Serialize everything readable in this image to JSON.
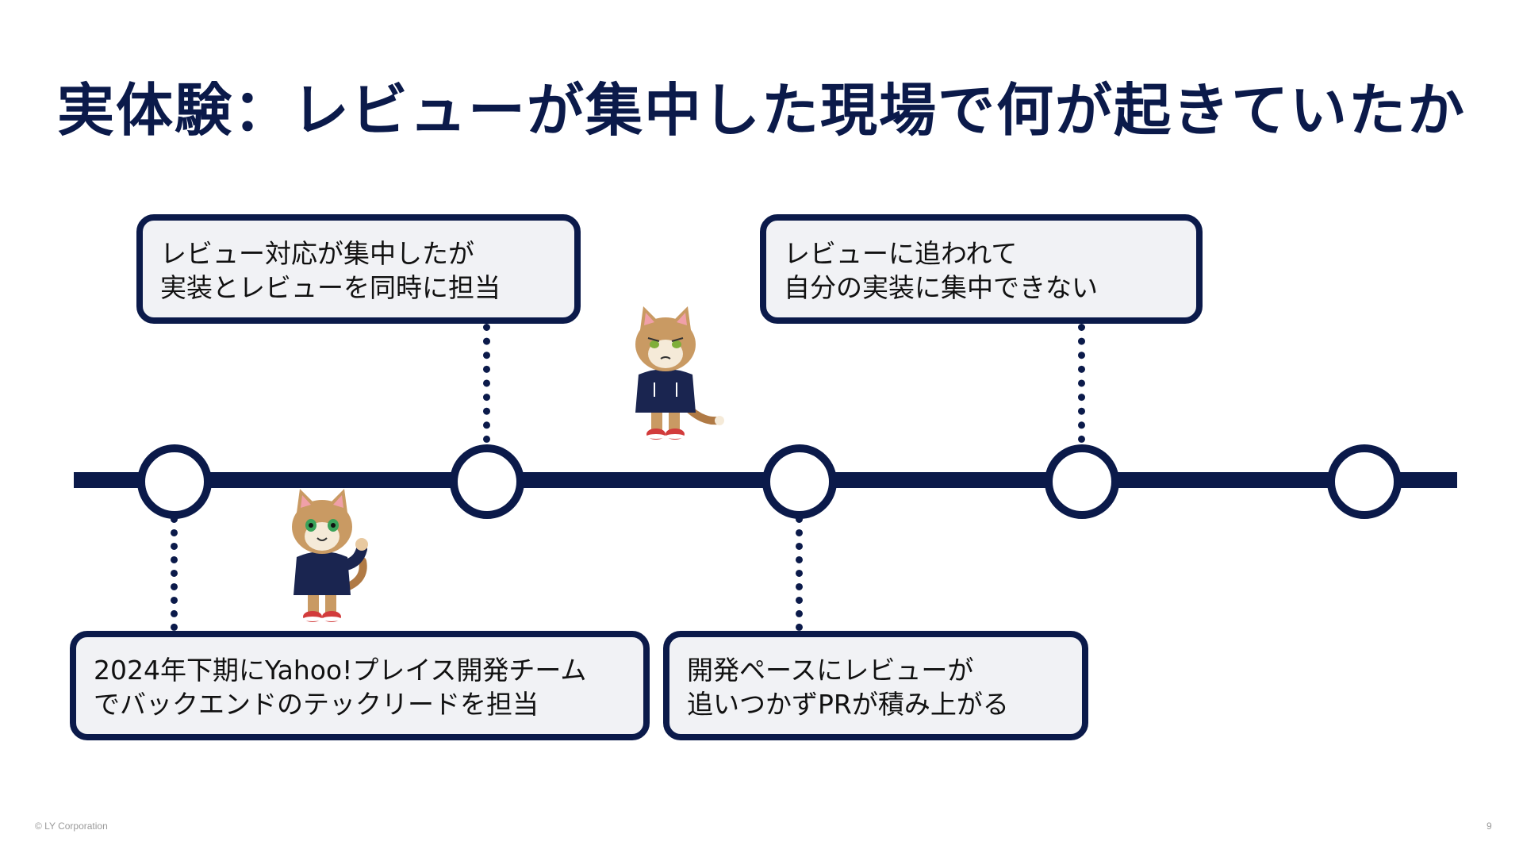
{
  "slide": {
    "title": "実体験：レビューが集中した現場で何が起きていたか"
  },
  "timeline": {
    "callouts": [
      {
        "lines": [
          "2024年下期にYahoo!プレイス開発チーム",
          "でバックエンドのテックリードを担当"
        ]
      },
      {
        "lines": [
          "レビュー対応が集中したが",
          "実装とレビューを同時に担当"
        ]
      },
      {
        "lines": [
          "開発ペースにレビューが",
          "追いつかずPRが積み上がる"
        ]
      },
      {
        "lines": [
          "レビューに追われて",
          "自分の実装に集中できない"
        ]
      }
    ]
  },
  "illustrations": {
    "happy_cat": "cat-thumbs-up-icon",
    "sad_cat": "cat-worried-icon"
  },
  "colors": {
    "navy": "#0b1a4a",
    "callout_bg": "#f1f2f5"
  },
  "footer": {
    "copyright": "© LY Corporation",
    "page_number": "9"
  }
}
